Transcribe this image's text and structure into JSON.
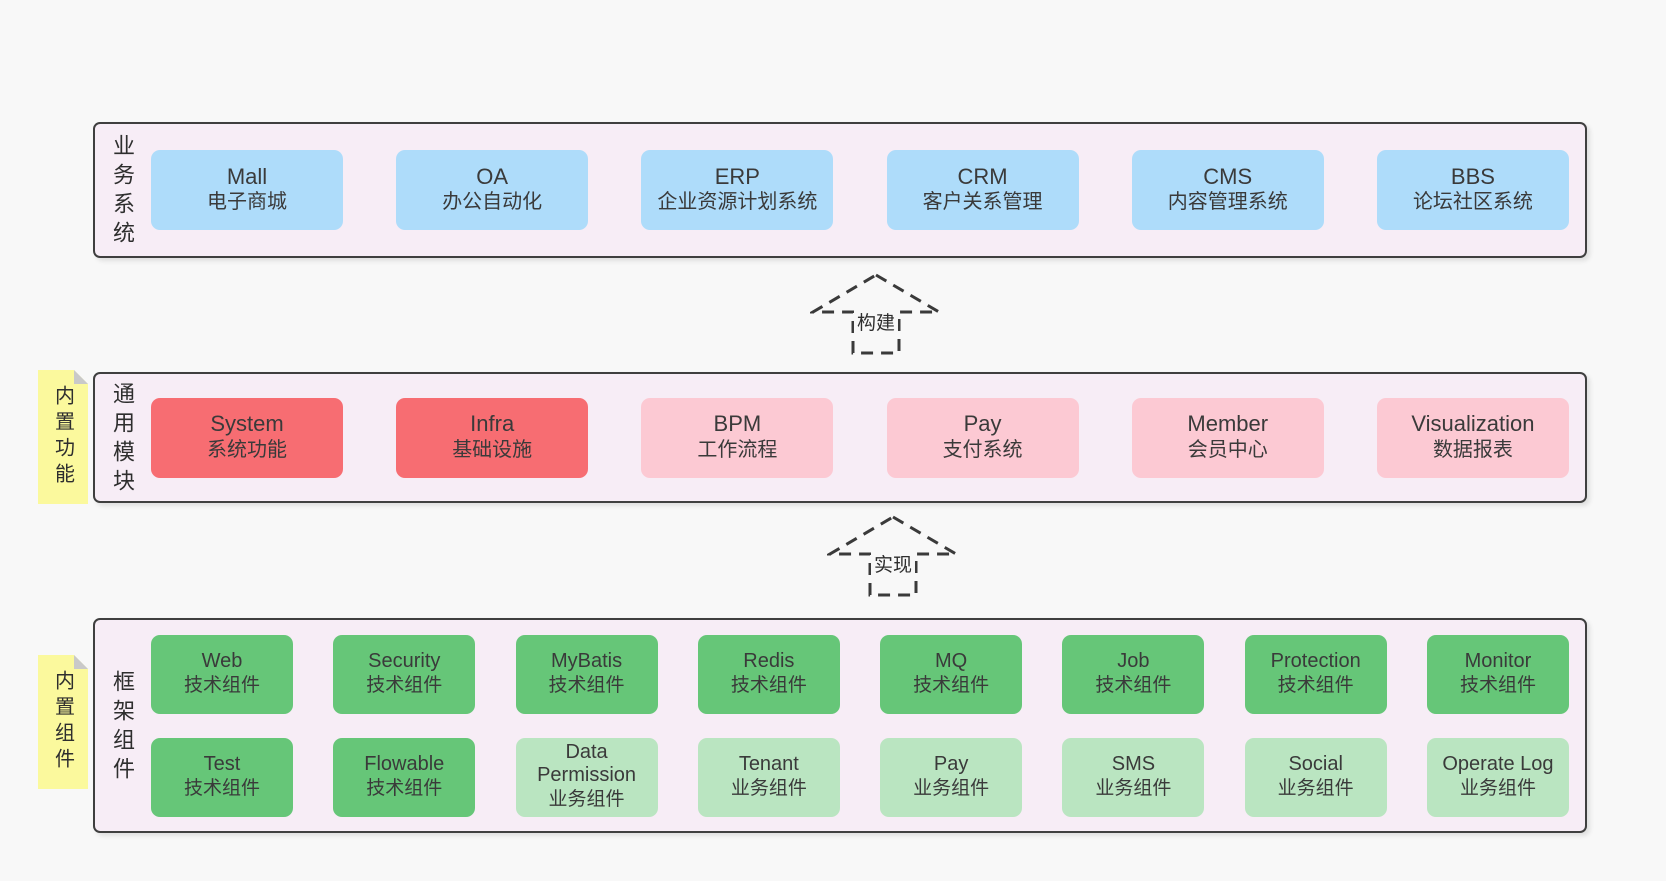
{
  "colors": {
    "page_bg": "#f8f8f8",
    "tier_bg": "#f7edf6",
    "tier_border": "#3f3f3f",
    "blue_box": "#aedcfa",
    "red_box": "#f76d72",
    "pink_box": "#fcc9d3",
    "green_box": "#66c678",
    "light_green_box": "#bae5c1",
    "sticky_note": "#fbf99d",
    "sticky_fold": "#c9c9c9",
    "text": "#3a3a3a"
  },
  "arrows": [
    {
      "label": "构建"
    },
    {
      "label": "实现"
    }
  ],
  "tiers": [
    {
      "label": "业务系统",
      "sticky": null,
      "rows": [
        [
          {
            "en": "Mall",
            "zh": "电子商城",
            "variant": "blue"
          },
          {
            "en": "OA",
            "zh": "办公自动化",
            "variant": "blue"
          },
          {
            "en": "ERP",
            "zh": "企业资源计划系统",
            "variant": "blue"
          },
          {
            "en": "CRM",
            "zh": "客户关系管理",
            "variant": "blue"
          },
          {
            "en": "CMS",
            "zh": "内容管理系统",
            "variant": "blue"
          },
          {
            "en": "BBS",
            "zh": "论坛社区系统",
            "variant": "blue"
          }
        ]
      ]
    },
    {
      "label": "通用模块",
      "sticky": "内置功能",
      "rows": [
        [
          {
            "en": "System",
            "zh": "系统功能",
            "variant": "red"
          },
          {
            "en": "Infra",
            "zh": "基础设施",
            "variant": "red"
          },
          {
            "en": "BPM",
            "zh": "工作流程",
            "variant": "pink"
          },
          {
            "en": "Pay",
            "zh": "支付系统",
            "variant": "pink"
          },
          {
            "en": "Member",
            "zh": "会员中心",
            "variant": "pink"
          },
          {
            "en": "Visualization",
            "zh": "数据报表",
            "variant": "pink"
          }
        ]
      ]
    },
    {
      "label": "框架组件",
      "sticky": "内置组件",
      "rows": [
        [
          {
            "en": "Web",
            "zh": "技术组件",
            "variant": "green"
          },
          {
            "en": "Security",
            "zh": "技术组件",
            "variant": "green"
          },
          {
            "en": "MyBatis",
            "zh": "技术组件",
            "variant": "green"
          },
          {
            "en": "Redis",
            "zh": "技术组件",
            "variant": "green"
          },
          {
            "en": "MQ",
            "zh": "技术组件",
            "variant": "green"
          },
          {
            "en": "Job",
            "zh": "技术组件",
            "variant": "green"
          },
          {
            "en": "Protection",
            "zh": "技术组件",
            "variant": "green"
          },
          {
            "en": "Monitor",
            "zh": "技术组件",
            "variant": "green"
          }
        ],
        [
          {
            "en": "Test",
            "zh": "技术组件",
            "variant": "green"
          },
          {
            "en": "Flowable",
            "zh": "技术组件",
            "variant": "green"
          },
          {
            "en": "Data Permission",
            "zh": "业务组件",
            "variant": "green-light"
          },
          {
            "en": "Tenant",
            "zh": "业务组件",
            "variant": "green-light"
          },
          {
            "en": "Pay",
            "zh": "业务组件",
            "variant": "green-light"
          },
          {
            "en": "SMS",
            "zh": "业务组件",
            "variant": "green-light"
          },
          {
            "en": "Social",
            "zh": "业务组件",
            "variant": "green-light"
          },
          {
            "en": "Operate Log",
            "zh": "业务组件",
            "variant": "green-light"
          }
        ]
      ]
    }
  ]
}
